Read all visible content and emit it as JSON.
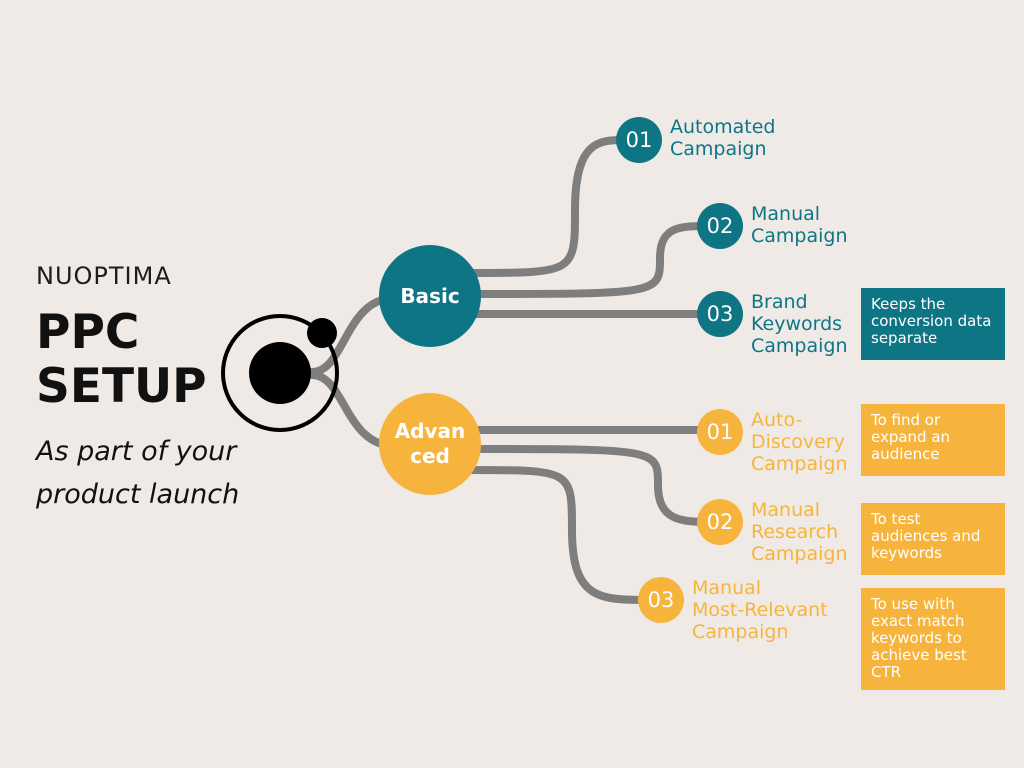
{
  "brand": "NUOPTIMA",
  "title_line1": "PPC",
  "title_line2": "SETUP",
  "subtitle_line1": "As part of your",
  "subtitle_line2": "product launch",
  "colors": {
    "teal": "#0E7585",
    "amber": "#F7B43D",
    "line": "#7E7E7E",
    "background": "#EFEAE6"
  },
  "icons": [
    "orbit-logo-icon"
  ],
  "basic": {
    "label": "Basic",
    "items": [
      {
        "num": "01",
        "line1": "Automated",
        "line2": "Campaign",
        "line3": "",
        "note": ""
      },
      {
        "num": "02",
        "line1": "Manual",
        "line2": "Campaign",
        "line3": "",
        "note": ""
      },
      {
        "num": "03",
        "line1": "Brand",
        "line2": "Keywords",
        "line3": "Campaign",
        "note": "Keeps the conversion data separate"
      }
    ]
  },
  "advanced": {
    "label_line1": "Advan",
    "label_line2": "ced",
    "items": [
      {
        "num": "01",
        "line1": "Auto-",
        "line2": "Discovery",
        "line3": "Campaign",
        "note": "To find or expand an audience"
      },
      {
        "num": "02",
        "line1": "Manual",
        "line2": "Research",
        "line3": "Campaign",
        "note": "To test audiences and keywords"
      },
      {
        "num": "03",
        "line1": "Manual",
        "line2": "Most-Relevant",
        "line3": "Campaign",
        "note": "To use with exact match keywords to achieve best CTR"
      }
    ]
  }
}
